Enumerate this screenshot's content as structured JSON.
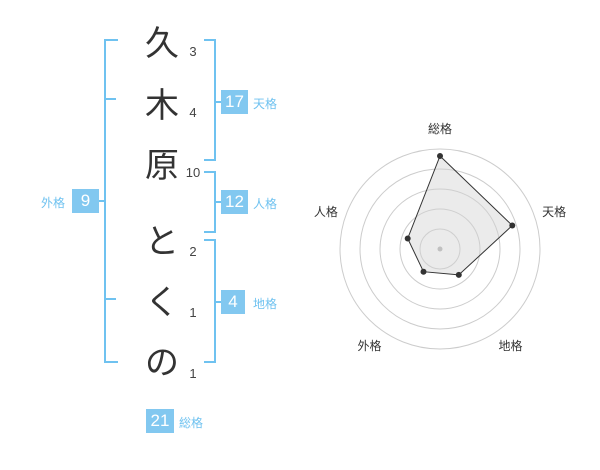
{
  "name_chars": [
    "久",
    "木",
    "原",
    "と",
    "く",
    "の"
  ],
  "strokes": [
    "3",
    "4",
    "10",
    "2",
    "1",
    "1"
  ],
  "fortunes": {
    "gaikaku": {
      "label": "外格",
      "value": "9"
    },
    "tenkaku": {
      "label": "天格",
      "value": "17"
    },
    "jinkaku": {
      "label": "人格",
      "value": "12"
    },
    "chikaku": {
      "label": "地格",
      "value": "4"
    },
    "soukaku": {
      "label": "総格",
      "value": "21"
    }
  },
  "colors": {
    "accent": "#6fc2f0",
    "badge": "#82c8f0",
    "text": "#333333"
  },
  "chart_data": {
    "type": "radar",
    "axes": [
      "総格",
      "天格",
      "地格",
      "外格",
      "人格"
    ],
    "values": [
      0.93,
      0.76,
      0.32,
      0.28,
      0.34
    ],
    "rings": 5
  }
}
